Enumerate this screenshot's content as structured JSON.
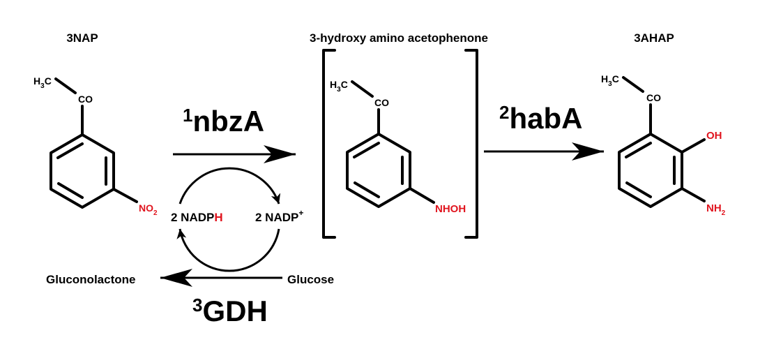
{
  "compounds": {
    "nap": {
      "name": "3NAP",
      "methyl": "H",
      "methyl_sub": "3",
      "methyl_c": "C",
      "carbonyl": "CO",
      "substituent": "NO",
      "substituent_sub": "2"
    },
    "hydroxyamino": {
      "name": "3-hydroxy amino acetophenone",
      "methyl": "H",
      "methyl_sub": "3",
      "methyl_c": "C",
      "carbonyl": "CO",
      "substituent": "NHOH"
    },
    "ahap": {
      "name": "3AHAP",
      "methyl": "H",
      "methyl_sub": "3",
      "methyl_c": "C",
      "carbonyl": "CO",
      "substituent_1": "OH",
      "substituent_2": "NH",
      "substituent_2_sub": "2"
    }
  },
  "enzymes": {
    "nbza": {
      "number": "1",
      "name": "nbzA"
    },
    "haba": {
      "number": "2",
      "name": "habA"
    },
    "gdh": {
      "number": "3",
      "name": "GDH"
    }
  },
  "cofactors": {
    "nadph": {
      "prefix": "2 NADP",
      "suffix": "H"
    },
    "nadp": {
      "prefix": "2 NADP",
      "charge": "+"
    }
  },
  "sugars": {
    "product": "Gluconolactone",
    "substrate": "Glucose"
  },
  "colors": {
    "structure": "#000000",
    "highlight": "#e0141e",
    "background": "#ffffff"
  }
}
